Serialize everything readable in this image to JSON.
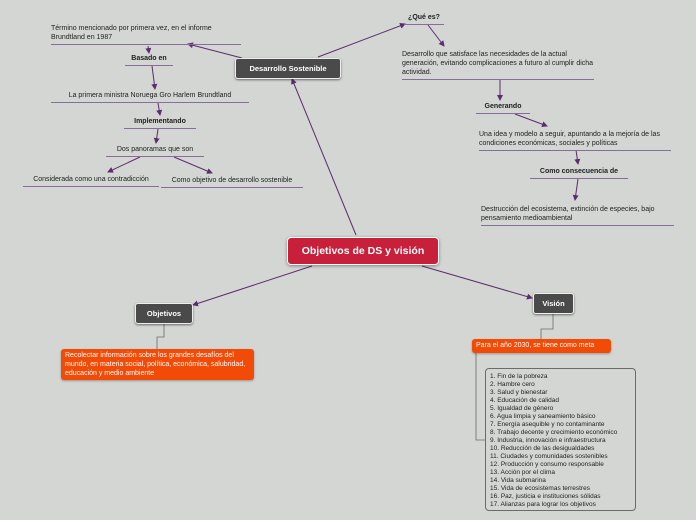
{
  "central": "Objetivos de DS y visión",
  "desarrollo": {
    "node": "Desarrollo Sostenible",
    "termino": "Término mencionado por primera vez, en el informe Brundtland en 1987",
    "basado_label": "Basado en",
    "ministra": "La primera ministra Noruega Gro Harlem Brundtland",
    "implementando_label": "Implementando",
    "panoramas": "Dos panoramas que son",
    "contradiccion": "Considerada como una contradicción",
    "objetivo": "Como objetivo de desarrollo sostenible"
  },
  "que_es": {
    "label": "¿Qué es?",
    "definicion": "Desarrollo que satisface las necesidades de la actual generación, evitando complicaciones a futuro al cumplir dicha actividad.",
    "generando_label": "Generando",
    "idea": "Una idea y modelo a seguir, apuntando a la mejoría de las condiciones económicas, sociales y políticas",
    "consecuencia_label": "Como consecuencia de",
    "destruccion": "Destrucción del ecosistema, extinción de especies, bajo pensamiento medioambiental"
  },
  "objetivos": {
    "node": "Objetivos",
    "descripcion": "Recolectar información sobre los grandes desafíos del mundo, en materia social, política, económica, salubridad, educación y medio ambiente"
  },
  "vision": {
    "node": "Visión",
    "meta": "Para el año 2030, se tiene como meta",
    "items": [
      "1. Fin de la pobreza",
      "2. Hambre cero",
      "3. Salud y bienestar",
      "4. Educación de calidad",
      "5. Igualdad de género",
      "6. Agua limpia y saneamiento básico",
      "7. Energía asequible y no contaminante",
      "8. Trabajo decente y crecimiento económico",
      "9. Industria, innovación e infraestructura",
      "10. Reducción de las desigualdades",
      "11. Ciudades y comunidades sostenibles",
      "12. Producción y consumo responsable",
      "13. Acción por el clima",
      "14. Vida submarina",
      "15. Vida de ecosistemas terrestres",
      "16. Paz, justicia e instituciones sólidas",
      "17. Alianzas para lograr los objetivos"
    ]
  },
  "colors": {
    "background": "#d3d6d3",
    "central": "#c8203a",
    "dark_node": "#4a4a4a",
    "orange": "#f24a07",
    "connector": "#5a2e6e"
  }
}
